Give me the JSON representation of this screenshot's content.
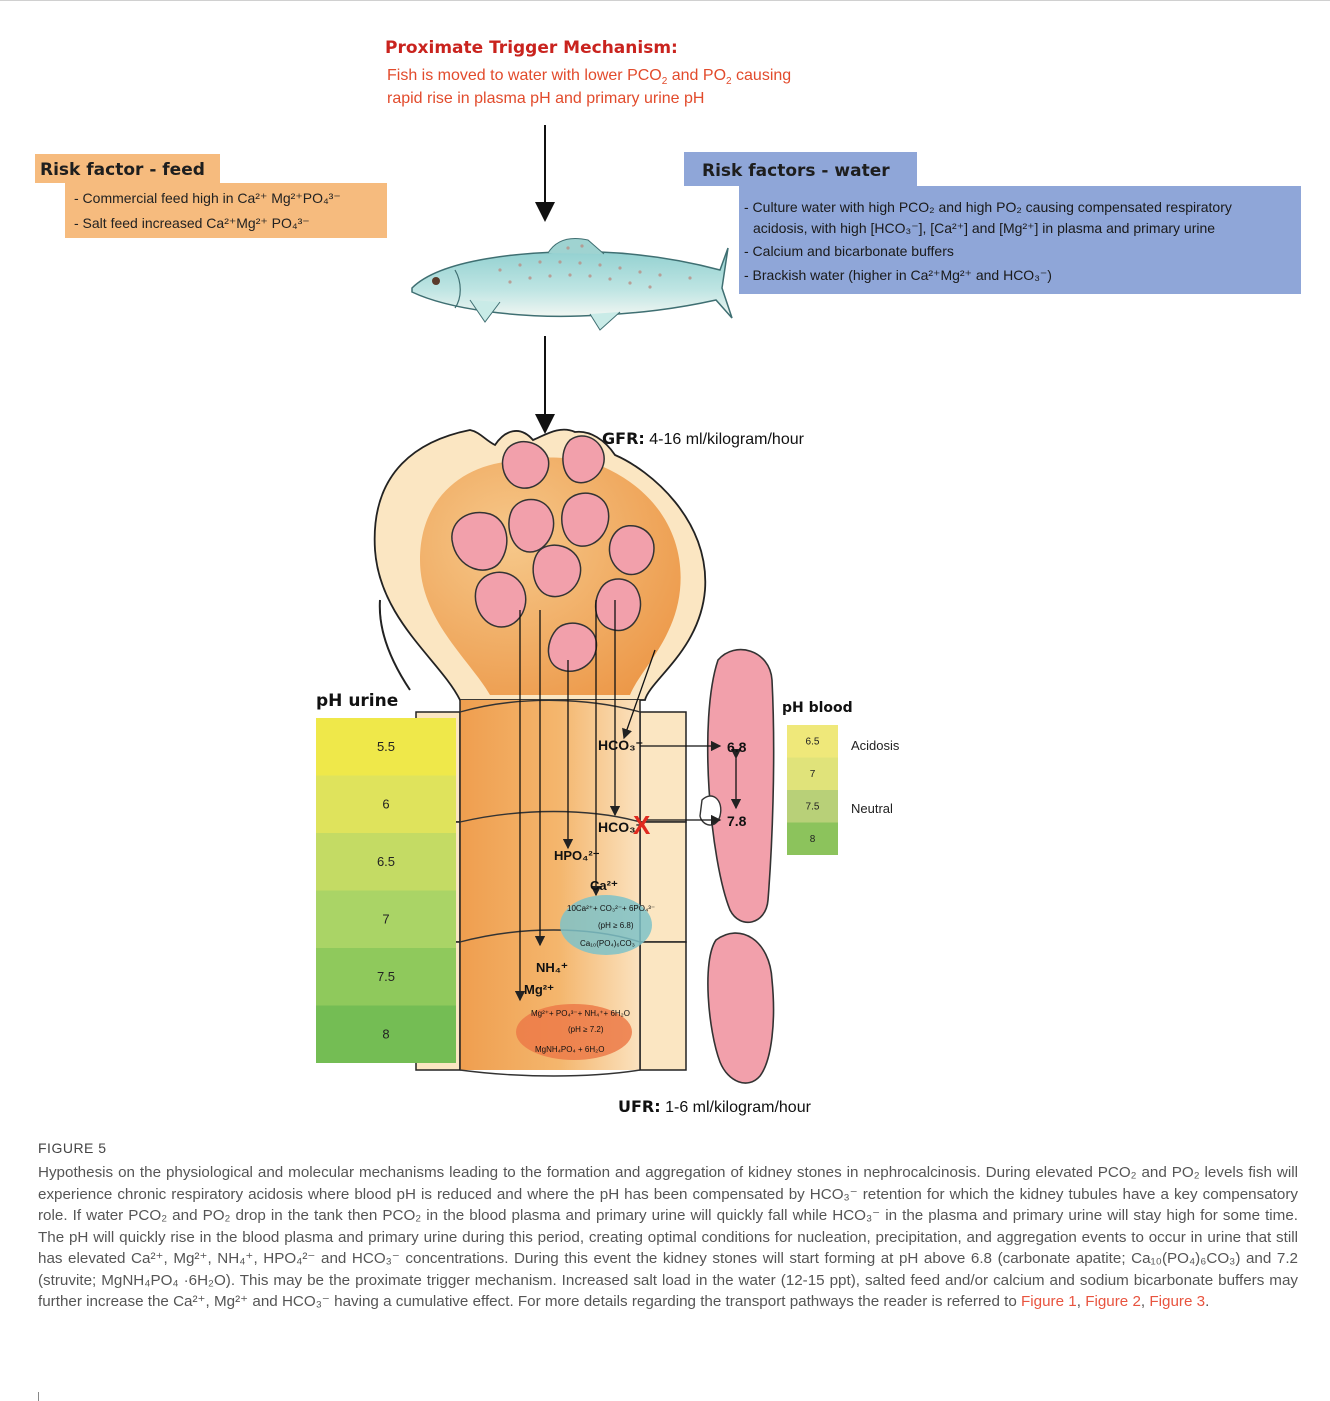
{
  "trigger": {
    "title": "Proximate Trigger Mechanism:",
    "line1": "Fish is moved to water with lower PCO",
    "line1b": " and PO",
    "line1c": " causing",
    "line2": "rapid rise in plasma pH and primary urine pH"
  },
  "feed": {
    "title": "Risk factor - feed",
    "item1": "- Commercial feed high in Ca²⁺ Mg²⁺PO₄³⁻",
    "item2": "- Salt feed increased Ca²⁺Mg²⁺ PO₄³⁻"
  },
  "water": {
    "title": "Risk factors - water",
    "item1a": "- Culture water with high PCO₂ and high PO₂ causing compensated respiratory",
    "item1b": "acidosis, with high [HCO₃⁻], [Ca²⁺] and [Mg²⁺] in plasma and primary urine",
    "item2": "- Calcium and bicarbonate buffers",
    "item3": "- Brackish water (higher in Ca²⁺Mg²⁺ and HCO₃⁻)"
  },
  "gfr": {
    "label": "GFR:",
    "value": " 4-16 ml/kilogram/hour"
  },
  "ufr": {
    "label": "UFR:",
    "value": " 1-6 ml/kilogram/hour"
  },
  "ph_urine": {
    "title": "pH urine",
    "levels": [
      "5.5",
      "6",
      "6.5",
      "7",
      "7.5",
      "8"
    ],
    "colors": [
      "#efe84a",
      "#dfe35c",
      "#c4db64",
      "#aad466",
      "#8fc95c",
      "#74bd54"
    ]
  },
  "ph_blood": {
    "title": "pH blood",
    "levels": [
      "6.5",
      "7",
      "7.5",
      "8"
    ],
    "colors": [
      "#efe87a",
      "#e0e37a",
      "#b8d078",
      "#8cc35c"
    ],
    "acidosis": "Acidosis",
    "neutral": "Neutral"
  },
  "tubule": {
    "hco3_a": "HCO₃⁻",
    "hco3_b": "HCO₃⁻",
    "val_68": "6.8",
    "val_78": "7.8",
    "block": "X",
    "hpo4": "HPO₄²⁻",
    "ca": "Ca²⁺",
    "nh4": "NH₄⁺",
    "mg": "Mg²⁺",
    "apatite1": "10Ca²⁺+ CO₃²⁻+ 6PO₄³⁻",
    "apatite2": "(pH ≥ 6.8)",
    "apatite3": "Ca₁₀(PO₄)₆CO₃",
    "struvite1": "Mg²⁺+ PO₄³⁻+ NH₄⁺+ 6H₂O",
    "struvite2": "(pH ≥ 7.2)",
    "struvite3": "MgNH₄PO₄ + 6H₂O"
  },
  "caption": {
    "label": "FIGURE 5",
    "text": "Hypothesis on the physiological and molecular mechanisms leading to the formation and aggregation of kidney stones in nephrocalcinosis. During elevated PCO₂ and PO₂ levels fish will experience chronic respiratory acidosis where blood pH is reduced and where the pH has been compensated by HCO₃⁻ retention for which the kidney tubules have a key compensatory role. If water PCO₂ and PO₂ drop in the tank then PCO₂ in the blood plasma and primary urine will quickly fall while HCO₃⁻ in the plasma and primary urine will stay high for some time. The pH will quickly rise in the blood plasma and primary urine during this period, creating optimal conditions for nucleation, precipitation, and aggregation events to occur in urine that still has elevated Ca²⁺, Mg²⁺, NH₄⁺, HPO₄²⁻ and HCO₃⁻ concentrations. During this event the kidney stones will start forming at pH above 6.8 (carbonate apatite; Ca₁₀(PO₄)₆CO₃) and 7.2 (struvite; MgNH₄PO₄ ·6H₂O). This may be the proximate trigger mechanism. Increased salt load in the water (12-15 ppt), salted feed and/or calcium and sodium bicarbonate buffers may further increase the Ca²⁺, Mg²⁺ and HCO₃⁻ having a cumulative effect. For more details regarding the transport pathways the reader is referred to ",
    "link1": "Figure 1",
    "sep1": ", ",
    "link2": "Figure 2",
    "sep2": ", ",
    "link3": "Figure 3",
    "end": "."
  }
}
